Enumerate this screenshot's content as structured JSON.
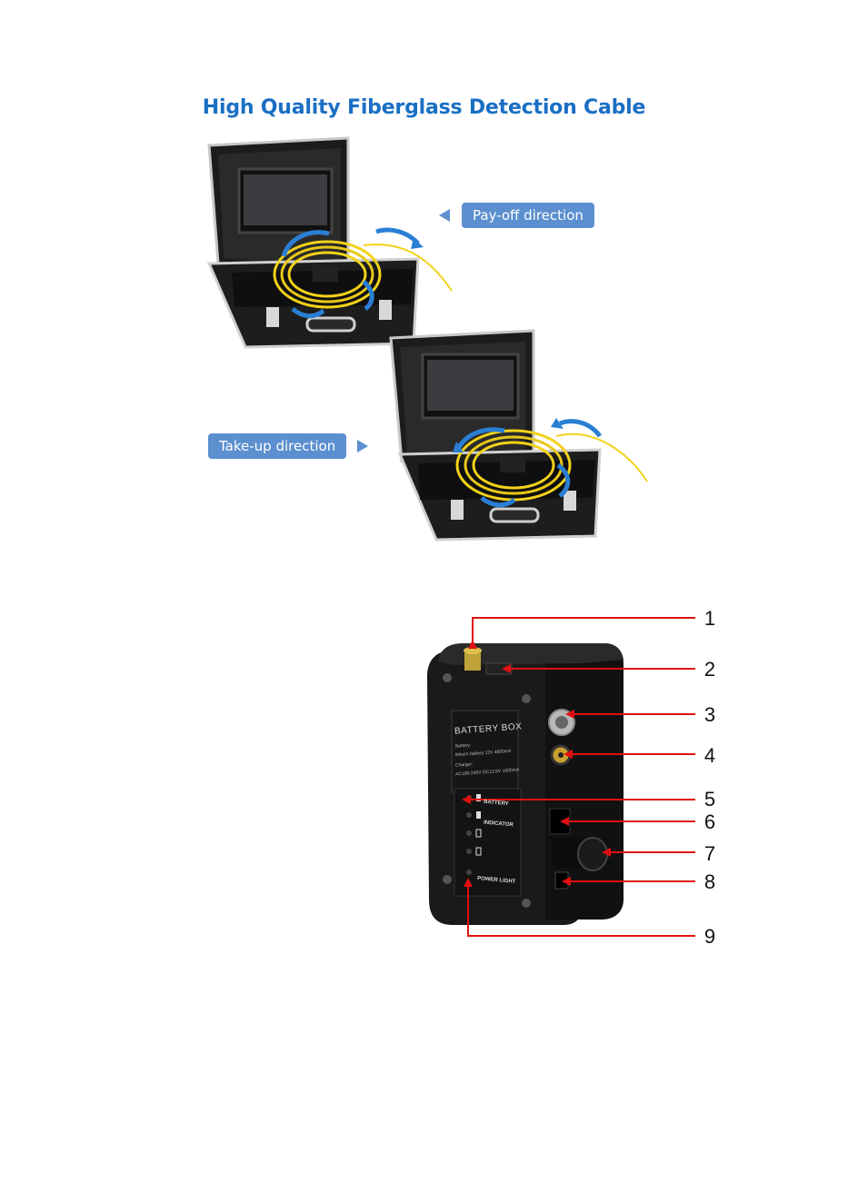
{
  "page": {
    "title": "High Quality Fiberglass Detection Cable",
    "pay_off_label": "Pay-off direction",
    "take_up_label": "Take-up direction"
  },
  "battery_box": {
    "label": "BATTERY BOX",
    "spec_line1": "Battery:",
    "spec_line2": "lithium battery 12V 4600mA",
    "spec_line3": "Charger:",
    "spec_line4": "AC100-240V DC12.6V 1000mA",
    "battery_text": "BATTERY",
    "indicator_text": "INDICATOR",
    "power_light_text": "POWER LIGHT"
  },
  "callouts": [
    "1",
    "2",
    "3",
    "4",
    "5",
    "6",
    "7",
    "8",
    "9"
  ],
  "colors": {
    "title_blue": "#1a6fc4",
    "pill_blue": "#5b8fcf",
    "arrow_blue": "#2a7fd4",
    "callout_red": "#e01010",
    "cable_yellow": "#f2d21a"
  }
}
